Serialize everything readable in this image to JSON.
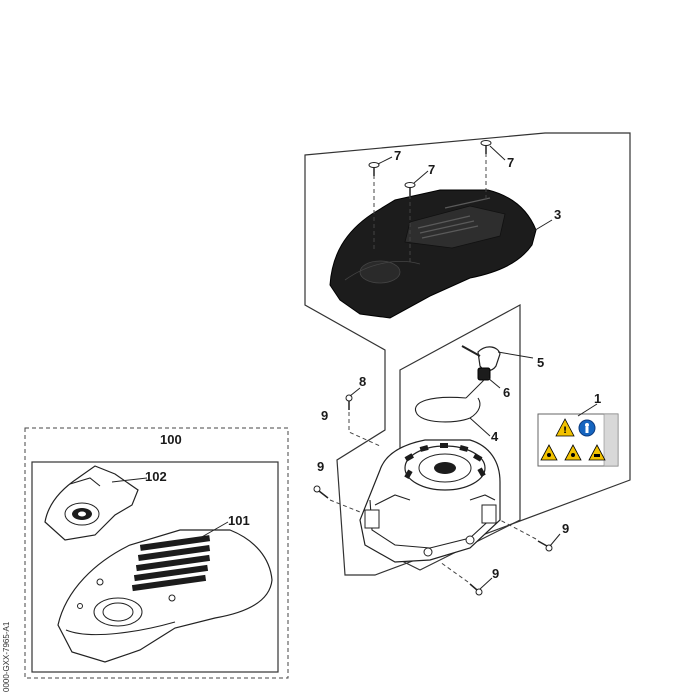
{
  "callouts": {
    "c1": "1",
    "c3": "3",
    "c4": "4",
    "c5": "5",
    "c6": "6",
    "c7a": "7",
    "c7b": "7",
    "c7c": "7",
    "c8": "8",
    "c9a": "9",
    "c9b": "9",
    "c9c": "9",
    "c9d": "9",
    "c100": "100",
    "c101": "101",
    "c102": "102"
  },
  "reference_code": "0000-GXX-7965-A1",
  "colors": {
    "cover_dark": "#1c1c1c",
    "warning_yellow": "#f2c200",
    "mandatory_blue": "#1565c0",
    "line": "#222222"
  }
}
